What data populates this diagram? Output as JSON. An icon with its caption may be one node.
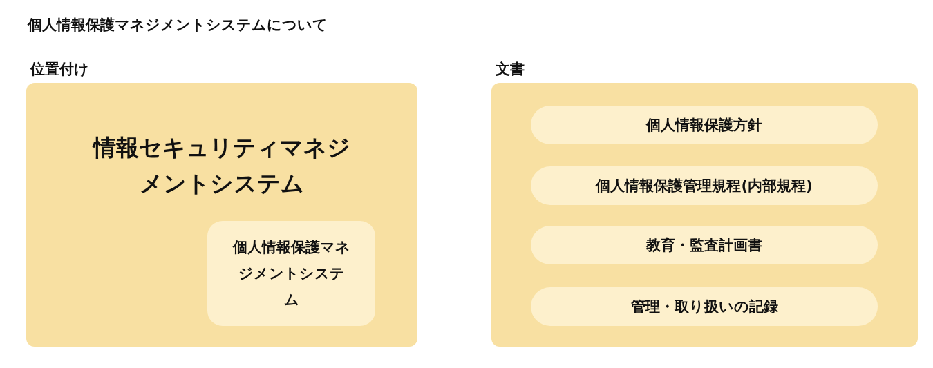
{
  "diagram": {
    "title": "個人情報保護マネジメントシステムについて",
    "nodes": [
      {
        "text": [
          "位置付け",
          "情報セキュリティマネジメントシステム"
        ]
      },
      {
        "text": [
          "個人情報保護マネジメントシステム"
        ],
        "in": 0
      },
      {
        "text": [
          "文書"
        ]
      },
      {
        "text": [
          "個人情報保護方針"
        ],
        "in": 2
      },
      {
        "text": [
          "個人情報保護管理規程(内部規程)"
        ],
        "in": 2
      },
      {
        "text": [
          "教育・監査計画書"
        ],
        "in": 2
      },
      {
        "text": [
          "管理・取り扱いの記録"
        ],
        "in": 2
      }
    ]
  }
}
